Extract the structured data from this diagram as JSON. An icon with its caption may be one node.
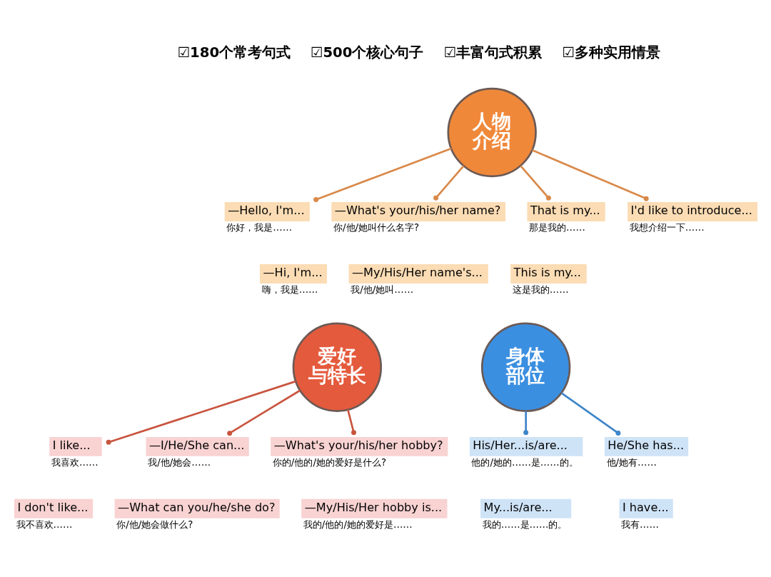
{
  "diagram": {
    "nodes": [
      {
        "text": [
          "—Hi, I'm..."
        ],
        "beside": [
          "嗨，我是……"
        ]
      },
      {
        "text": [
          "—Hello, I'm..."
        ],
        "beside": [
          "你好，我是……"
        ]
      },
      {
        "text": [
          "—What's your/his/her name?"
        ],
        "beside": [
          "你/他/她叫什么名字?"
        ]
      },
      {
        "text": [
          "人物介绍"
        ]
      },
      {
        "text": [
          "—My/His/Her name's..."
        ],
        "beside": [
          "我/他/她叫……"
        ]
      },
      {
        "text": [
          "This is my..."
        ],
        "beside": [
          "这是我的……"
        ]
      },
      {
        "text": [
          "That is my..."
        ],
        "beside": [
          "那是我的……"
        ]
      },
      {
        "text": [
          "I'd like to introduce..."
        ],
        "beside": [
          "我想介绍一下……"
        ]
      },
      {
        "text": [
          "—What can you/he/she do?"
        ],
        "beside": [
          "你/他/她会做什么?"
        ]
      },
      {
        "text": [
          "I have..."
        ],
        "beside": [
          "我有……"
        ]
      },
      {
        "text": [
          "He/She has..."
        ],
        "beside": [
          "他/她有……"
        ]
      },
      {
        "text": [
          "I like..."
        ],
        "beside": [
          "我喜欢……"
        ]
      },
      {
        "text": [
          "—I/He/She can..."
        ],
        "beside": [
          "我/他/她会……"
        ]
      },
      {
        "text": [
          "I don't like..."
        ],
        "beside": [
          "我不喜欢……"
        ]
      },
      {
        "text": [
          "爱好与特长"
        ]
      },
      {
        "text": [
          "身体部位"
        ]
      },
      {
        "text": [
          "My...is/are..."
        ],
        "beside": [
          "我的……是……的。"
        ]
      },
      {
        "text": [
          "—What's your/his/her hobby?"
        ],
        "beside": [
          "你的/他的/她的爱好是什么?"
        ]
      },
      {
        "text": [
          "His/Her...is/are..."
        ],
        "beside": [
          "他的/她的……是……的。"
        ]
      },
      {
        "text": [
          "—My/His/Her hobby is..."
        ],
        "beside": [
          "我的/他的/她的爱好是……"
        ]
      }
    ],
    "edges": [
      {
        "from": 3,
        "to": 1,
        "arrow": "other",
        "color": "#d9894a"
      },
      {
        "from": 3,
        "to": 2,
        "arrow": "other",
        "color": "#d9894a"
      },
      {
        "from": 3,
        "to": 6,
        "arrow": "other",
        "color": "#d9894a"
      },
      {
        "from": 3,
        "to": 7,
        "arrow": "other",
        "color": "#d9894a"
      },
      {
        "from": 14,
        "to": 11,
        "arrow": "other",
        "color": "#c9553f"
      },
      {
        "from": 14,
        "to": 12,
        "arrow": "other",
        "color": "#c9553f"
      },
      {
        "from": 14,
        "to": 17,
        "arrow": "other",
        "color": "#c9553f"
      },
      {
        "from": 15,
        "to": 10,
        "arrow": "other",
        "color": "#3f86c9"
      },
      {
        "from": 15,
        "to": 18,
        "arrow": "other",
        "color": "#3f86c9"
      }
    ],
    "labels": [
      "☑180个常考句式",
      "☑500个核心句子",
      "☑丰富句式积累",
      "☑多种实用情景"
    ]
  }
}
